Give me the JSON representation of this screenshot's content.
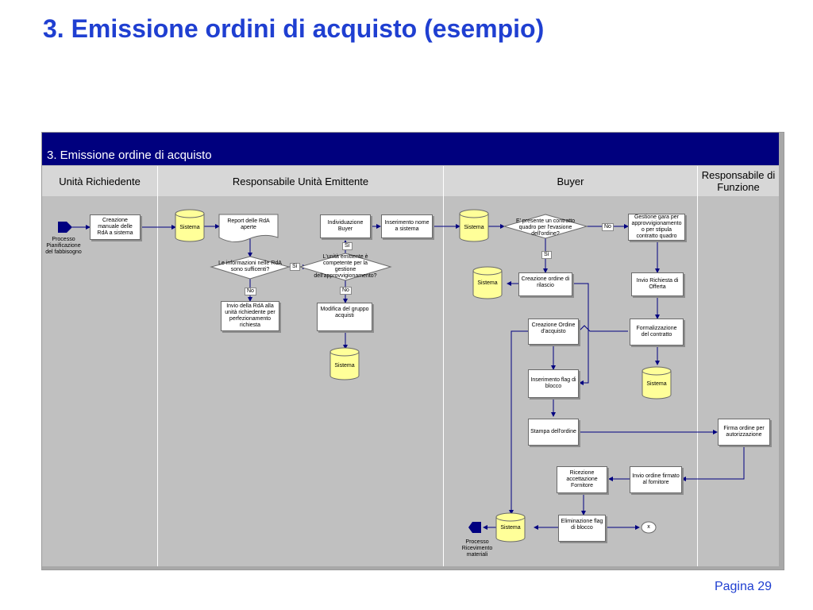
{
  "slide": {
    "title": "3. Emissione ordini di acquisto (esempio)",
    "page_label": "Pagina 29"
  },
  "panel": {
    "header": "3. Emissione ordine di acquisto",
    "lanes": [
      "Unità Richiedente",
      "Responsabile Unità Emittente",
      "Buyer",
      "Responsabile di Funzione"
    ]
  },
  "colors": {
    "title_blue": "#1f3fd1",
    "header_navy": "#00007e",
    "lane_gray": "#c0c0c0",
    "database_yellow": "#ffff99",
    "arrow_navy": "#000080"
  },
  "nodes": {
    "start_event": "Processo Pianificazione del fabbisogno",
    "creazione_manuale": "Creazione manuale delle RdA a sistema",
    "sistema_label": "Sistema",
    "report_rda": "Report delle RdA aperte",
    "decision_info": "Le informazioni nelle RdA sono sufficenti?",
    "invio_rda": "Invio della RdA alla unità richiedente per perfezionamento richiesta",
    "individuazione_buyer": "Individuazione Buyer",
    "inserimento_nome": "Inserimento nome a sistema",
    "decision_competente": "L'unità emittente  è competente per la gestione dell'approvvigionamento?",
    "modifica_gruppo": "Modifica del gruppo acquisti",
    "decision_contratto": "E' presente un contratto quadro per l'evasione dell'ordine?",
    "gestione_gara": "Gestione gara per approvvigionamento o per stipula contratto quadro",
    "creazione_ordine_rilascio": "Creazione ordine di rilascio",
    "invio_richiesta_offerta": "Invio Richiesta di Offerta",
    "creazione_ordine_acquisto": "Creazione  Ordine d'acquisto",
    "formalizzazione_contratto": "Formalizzazione del contratto",
    "inserimento_flag": "Inserimento flag di blocco",
    "stampa_ordine": "Stampa dell'ordine",
    "firma_ordine": "Firma ordine per autorizzazione",
    "invio_ordine_firmato": "Invio ordine firmato al fornitore",
    "ricezione_accettazione": "Ricezione accettazione Fornitore",
    "eliminazione_flag": "Eliminazione flag di blocco",
    "end_event": "Processo Ricevimento materiali",
    "terminator": "x"
  },
  "edge_labels": {
    "yes": "Sì",
    "no": "No"
  }
}
